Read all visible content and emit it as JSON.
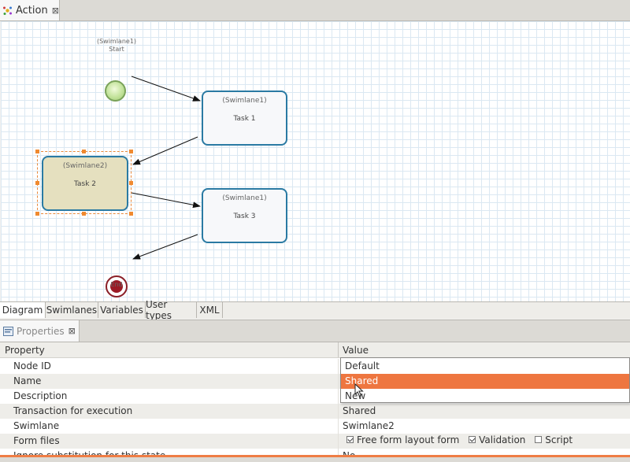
{
  "editor": {
    "tab_title": "Action"
  },
  "diagram": {
    "start": {
      "swimlane": "(Swimlane1)",
      "name": "Start"
    },
    "end": {
      "name": "End"
    },
    "tasks": [
      {
        "swimlane": "(Swimlane1)",
        "name": "Task 1"
      },
      {
        "swimlane": "(Swimlane2)",
        "name": "Task 2"
      },
      {
        "swimlane": "(Swimlane1)",
        "name": "Task 3"
      }
    ]
  },
  "page_tabs": [
    "Diagram",
    "Swimlanes",
    "Variables",
    "User types",
    "XML"
  ],
  "properties": {
    "tab_title": "Properties",
    "columns": {
      "property": "Property",
      "value": "Value"
    },
    "rows": [
      {
        "name": "Node ID",
        "value": ""
      },
      {
        "name": "Name",
        "value": ""
      },
      {
        "name": "Description",
        "value": ""
      },
      {
        "name": "Transaction for execution",
        "value": "Shared"
      },
      {
        "name": "Swimlane",
        "value": "Swimlane2"
      },
      {
        "name": "Form files",
        "value": ""
      },
      {
        "name": "Ignore substitution for this state",
        "value": "No"
      }
    ],
    "form_files_options": [
      {
        "label": "Free form layout form",
        "checked": true
      },
      {
        "label": "Validation",
        "checked": true
      },
      {
        "label": "Script",
        "checked": false
      }
    ]
  },
  "dropdown": {
    "options": [
      "Default",
      "Shared",
      "New"
    ],
    "highlighted": "Shared"
  },
  "colors": {
    "accent": "#ee7640",
    "task_border": "#2a7aa3",
    "selected_task_fill": "#e5e0bf",
    "start_fill": "#c3e39b",
    "end_fill": "#9b1b26"
  }
}
